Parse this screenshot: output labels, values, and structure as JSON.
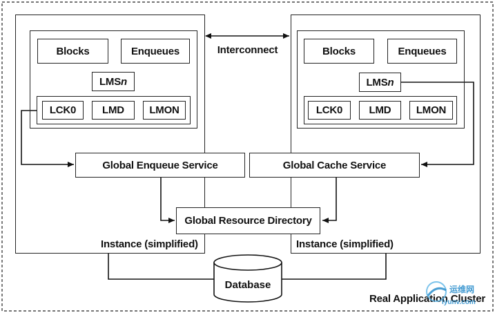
{
  "cluster": {
    "label": "Real Application Cluster"
  },
  "interconnect": {
    "label": "Interconnect"
  },
  "instance_left": {
    "label": "Instance (simplified)",
    "blocks": "Blocks",
    "enqueues": "Enqueues",
    "lms": {
      "prefix": "LMS",
      "suffix": "n"
    },
    "processes": [
      "LCK0",
      "LMD",
      "LMON"
    ]
  },
  "instance_right": {
    "label": "Instance (simplified)",
    "blocks": "Blocks",
    "enqueues": "Enqueues",
    "lms": {
      "prefix": "LMS",
      "suffix": "n"
    },
    "processes": [
      "LCK0",
      "LMD",
      "LMON"
    ]
  },
  "services": {
    "ges": "Global Enqueue Service",
    "gcs": "Global Cache Service",
    "grd": "Global Resource Directory"
  },
  "database": {
    "label": "Database"
  },
  "watermark": {
    "line1": "运维网",
    "line2": "iyunv.com"
  }
}
